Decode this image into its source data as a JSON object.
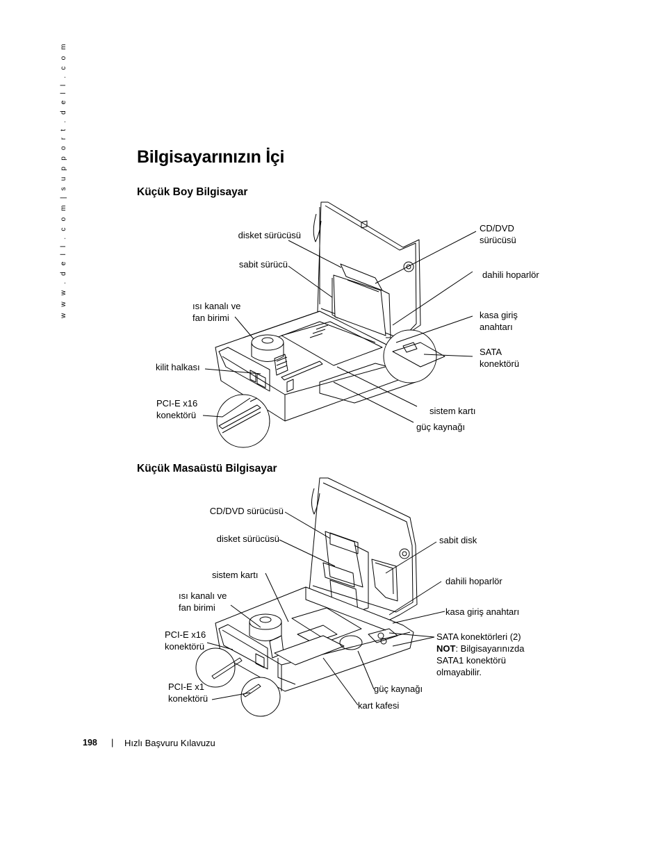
{
  "sidebar_url": "w w w . d e l l . c o m  |  s u p p o r t . d e l l . c o m",
  "page_title": "Bilgisayarınızın İçi",
  "section1": {
    "title": "Küçük Boy Bilgisayar",
    "labels": {
      "floppy": "disket sürücüsü",
      "hdd": "sabit sürücü",
      "heatsink": "ısı kanalı ve\nfan birimi",
      "latch": "kilit halkası",
      "pcie16": "PCI-E x16\nkonektörü",
      "cddvd": "CD/DVD\nsürücüsü",
      "speaker": "dahili hoparlör",
      "intrusion": "kasa giriş\nanahtarı",
      "sata": "SATA\nkonektörü",
      "board": "sistem kartı",
      "psu": "güç kaynağı"
    }
  },
  "section2": {
    "title": "Küçük Masaüstü Bilgisayar",
    "labels": {
      "cddvd": "CD/DVD sürücüsü",
      "floppy": "disket sürücüsü",
      "board": "sistem kartı",
      "heatsink": "ısı kanalı ve\nfan birimi",
      "pcie16": "PCI-E x16\nkonektörü",
      "pcie1": "PCI-E x1\nkonektörü",
      "hdd": "sabit disk",
      "speaker": "dahili hoparlör",
      "intrusion": "kasa giriş anahtarı",
      "sata": "SATA konektörleri (2)",
      "note_label": "NOT",
      "note_text": ": Bilgisayarınızda\nSATA1 konektörü\nolmayabilir.",
      "psu": "güç kaynağı",
      "cage": "kart kafesi"
    }
  },
  "footer": {
    "page_number": "198",
    "separator": "|",
    "title": "Hızlı Başvuru Kılavuzu"
  }
}
